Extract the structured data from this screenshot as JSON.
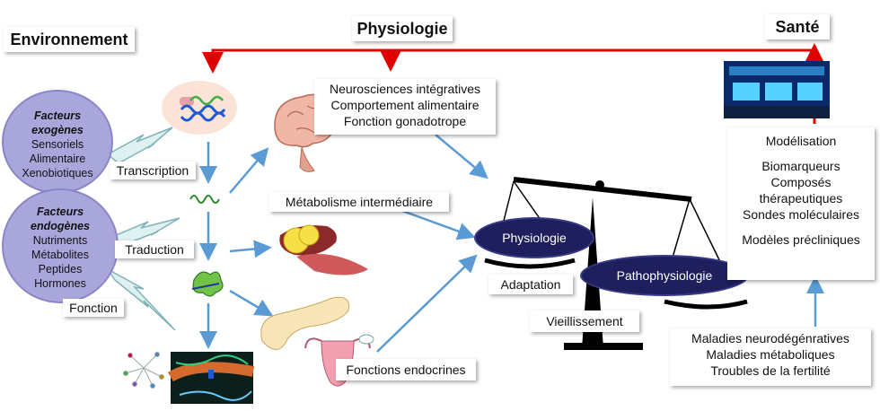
{
  "headers": {
    "environnement": "Environnement",
    "physiologie": "Physiologie",
    "sante": "Santé"
  },
  "circles": {
    "exogenous": {
      "title_line1": "Facteurs",
      "title_line2": "exogènes",
      "items": [
        "Sensoriels",
        "Alimentaire",
        "Xenobiotiques"
      ]
    },
    "endogenous": {
      "title_line1": "Facteurs",
      "title_line2": "endogènes",
      "items": [
        "Nutriments",
        "Métabolites",
        "Peptides",
        "Hormones"
      ]
    }
  },
  "steps": {
    "transcription": "Transcription",
    "traduction": "Traduction",
    "fonction": "Fonction"
  },
  "physio_boxes": {
    "neuro": [
      "Neurosciences intégratives",
      "Comportement alimentaire",
      "Fonction gonadotrope"
    ],
    "metabolisme": "Métabolisme intermédiaire",
    "endocrines": "Fonctions endocrines"
  },
  "balance": {
    "physiologie": "Physiologie",
    "pathophysiologie": "Pathophysiologie",
    "adaptation": "Adaptation",
    "vieillissement": "Vieillissement"
  },
  "sante_box": [
    "Modélisation",
    "",
    "Biomarqueurs",
    "Composés",
    "thérapeutiques",
    "Sondes moléculaires",
    "",
    "Modèles précliniques"
  ],
  "diseases_box": [
    "Maladies neurodégénratives",
    "Maladies métaboliques",
    "Troubles de la fertilité"
  ],
  "colors": {
    "arrow_blue": "#5b9bd5",
    "arrow_red": "#e00000",
    "circle_fill": "#a9a6dc",
    "ellipse_fill": "#1e1f5c",
    "lightning": "#dff0f0"
  }
}
